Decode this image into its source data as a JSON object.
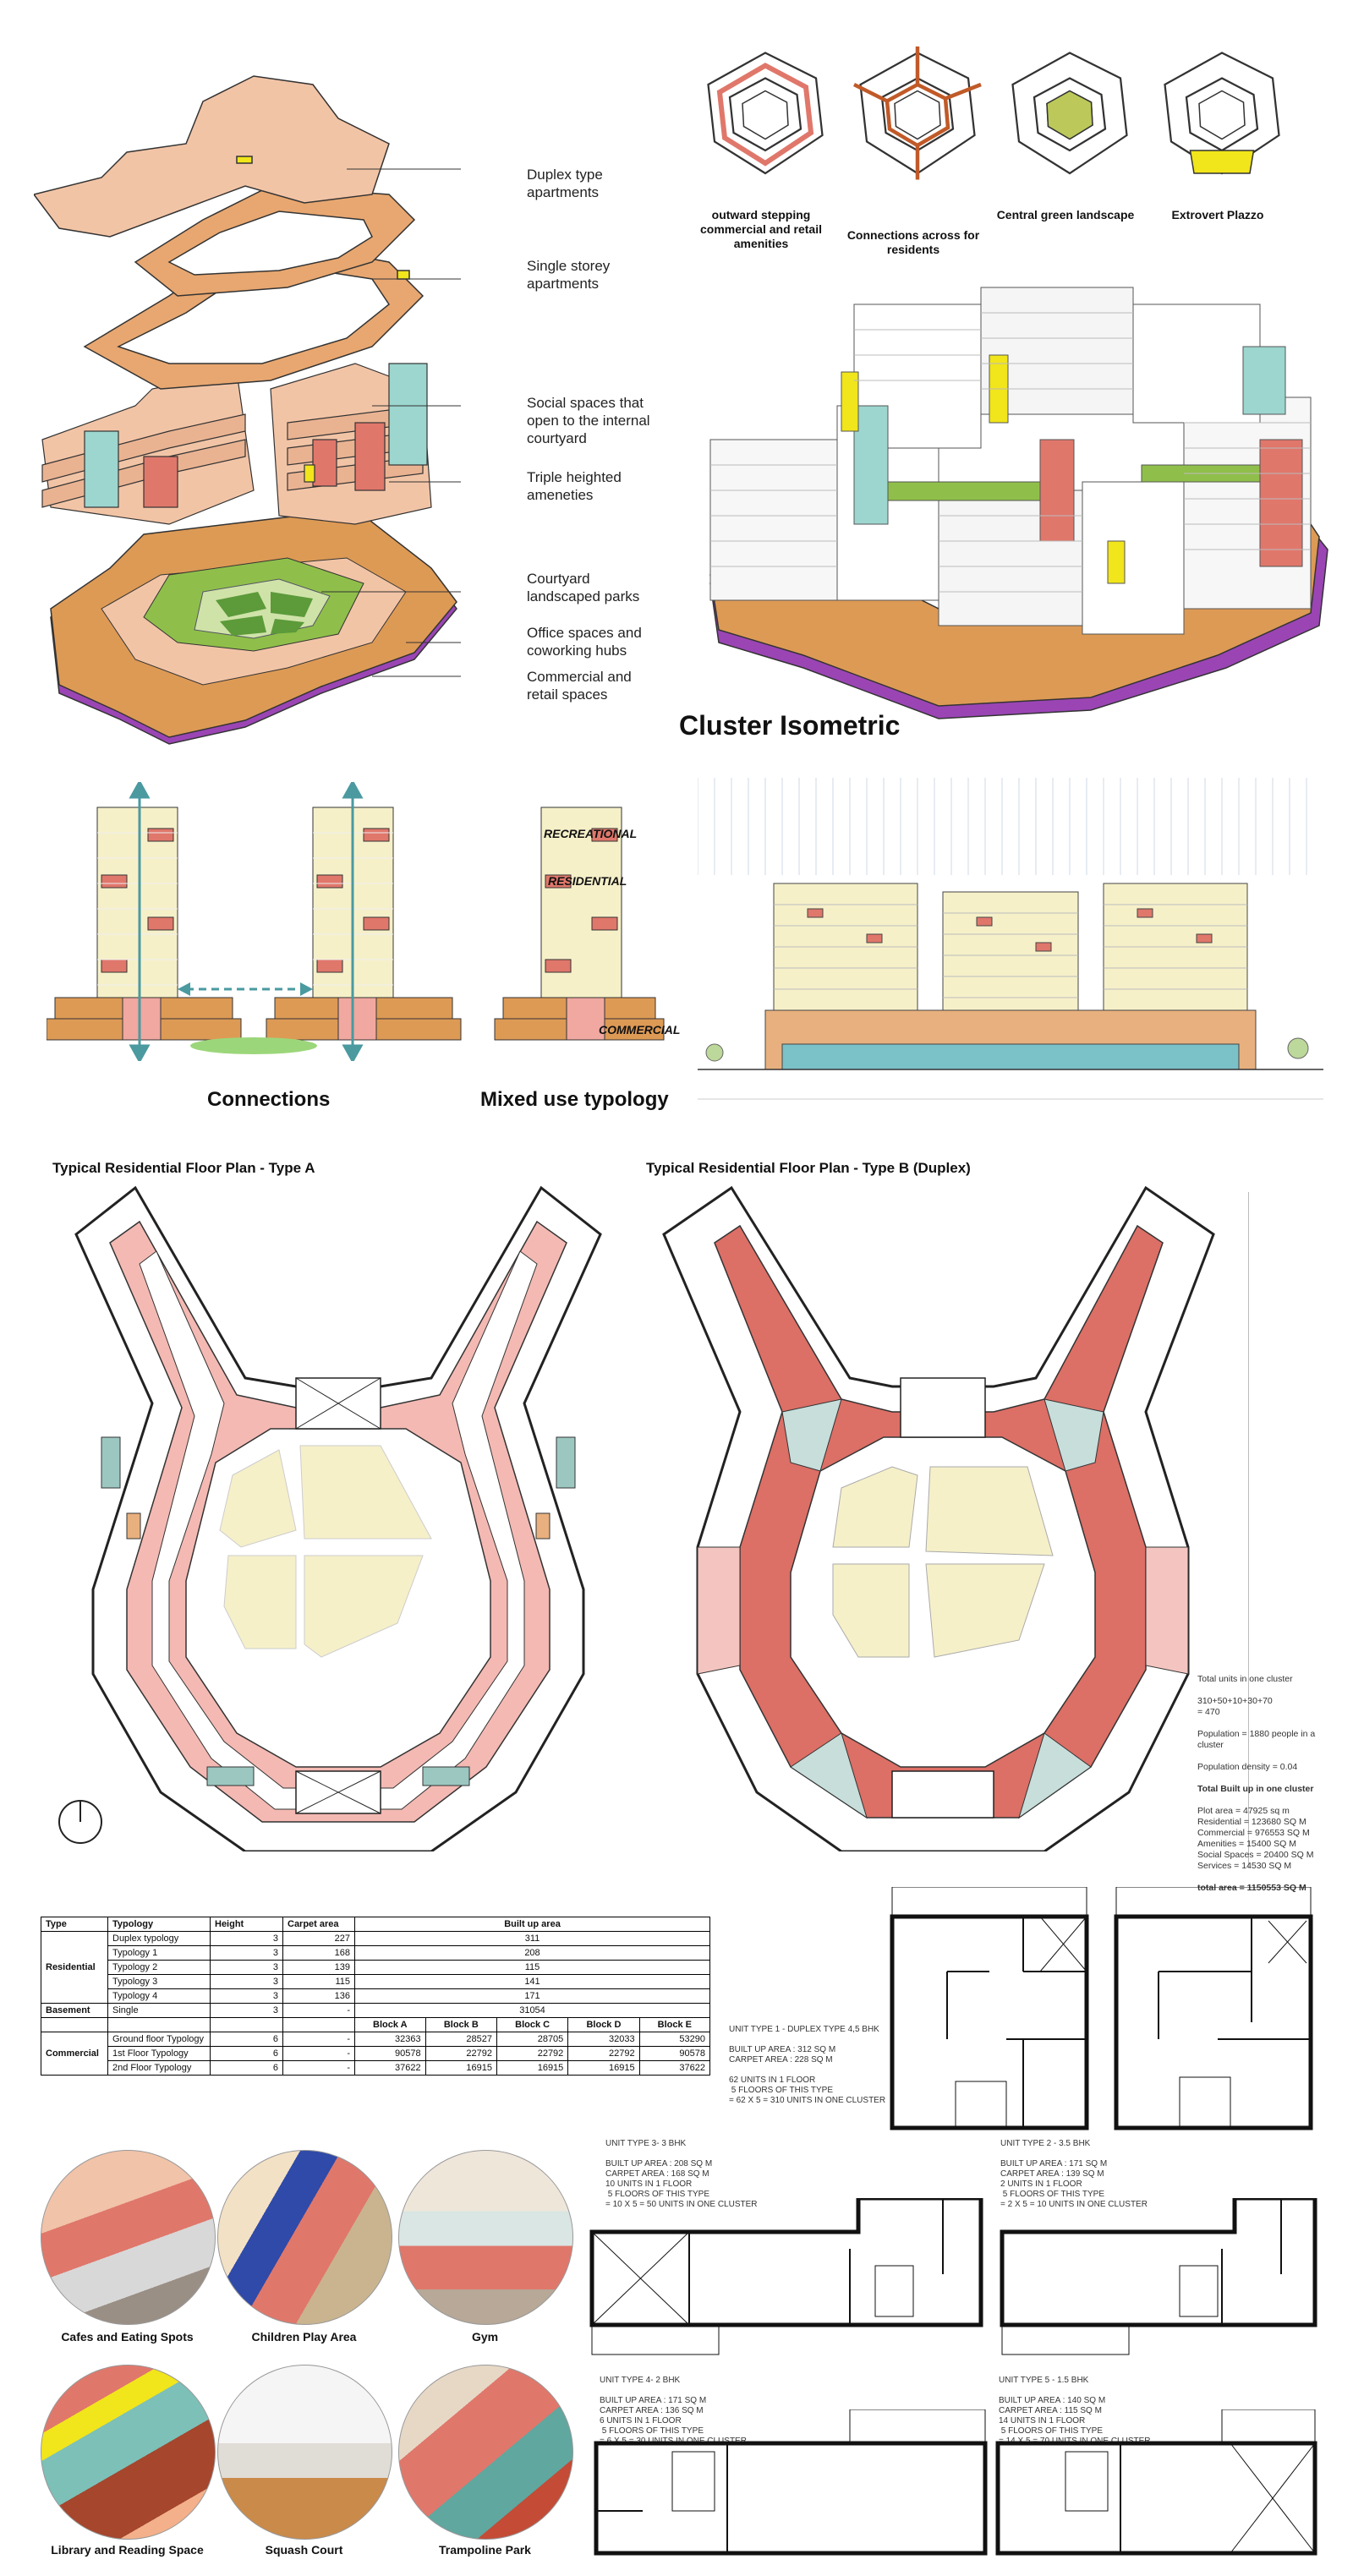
{
  "exploded_labels": {
    "duplex": "Duplex type\napartments",
    "single": "Single storey\napartments",
    "social": "Social spaces that\nopen to the internal\ncourtyard",
    "triple": "Triple heighted\nameneties",
    "courtyard": "Courtyard\nlandscaped parks",
    "office": "Office spaces and\ncoworking hubs",
    "commercial": "Commercial and\nretail spaces"
  },
  "concept_captions": {
    "c1": "outward stepping\ncommercial and retail\namenities",
    "c2": "Connections across for\nresidents",
    "c3": "Central green landscape",
    "c4": "Extrovert Plazzo"
  },
  "titles": {
    "cluster_iso": "Cluster Isometric",
    "connections": "Connections",
    "mixed_use": "Mixed use typology",
    "plan_a": "Typical Residential Floor Plan - Type A",
    "plan_b": "Typical Residential Floor Plan - Type B (Duplex)"
  },
  "section_labels": {
    "recreational": "RECREATIONAL",
    "residential": "RESIDENTIAL",
    "commercial": "COMMERCIAL"
  },
  "stats": {
    "l1": "Total units in one cluster",
    "l2": "310+50+10+30+70\n= 470",
    "l3": "Population = 1880 people in a\ncluster",
    "l4": "Population density = 0.04",
    "l5": "Total Built up in one cluster",
    "l6": "Plot area = 47925 sq m\nResidential = 123680 SQ M\nCommercial = 976553 SQ M\nAmenities = 15400 SQ M\nSocial Spaces = 20400 SQ M\nServices = 14530 SQ M",
    "l7": "total area = 1150553 SQ M"
  },
  "table": {
    "headers": [
      "Type",
      "Typology",
      "Height",
      "Carpet area",
      "Built up area"
    ],
    "residential_label": "Residential",
    "residential_rows": [
      [
        "Duplex typology",
        "3",
        "227",
        "311"
      ],
      [
        "Typology 1",
        "3",
        "168",
        "208"
      ],
      [
        "Typology 2",
        "3",
        "139",
        "115"
      ],
      [
        "Typology 3",
        "3",
        "115",
        "141"
      ],
      [
        "Typology 4",
        "3",
        "136",
        "171"
      ]
    ],
    "basement_label": "Basement",
    "basement_row": [
      "Single",
      "3",
      "-",
      "31054"
    ],
    "block_headers": [
      "Block A",
      "Block B",
      "Block C",
      "Block D",
      "Block E"
    ],
    "commercial_label": "Commercial",
    "commercial_rows": [
      [
        "Ground floor Typology",
        "6",
        "-",
        "32363",
        "28527",
        "28705",
        "32033",
        "53290"
      ],
      [
        "1st Floor Typology",
        "6",
        "-",
        "90578",
        "22792",
        "22792",
        "22792",
        "90578"
      ],
      [
        "2nd Floor Typology",
        "6",
        "-",
        "37622",
        "16915",
        "16915",
        "16915",
        "37622"
      ]
    ]
  },
  "units": {
    "u1": "UNIT TYPE 1 - DUPLEX TYPE 4,5 BHK\n\nBUILT UP AREA : 312 SQ M\nCARPET AREA : 228 SQ M\n\n62 UNITS IN 1 FLOOR\n 5 FLOORS OF THIS TYPE\n= 62 X 5 = 310 UNITS IN ONE CLUSTER",
    "u3": "UNIT TYPE 3- 3 BHK\n\nBUILT UP AREA : 208 SQ M\nCARPET AREA : 168 SQ M\n10 UNITS IN 1 FLOOR\n 5 FLOORS OF THIS TYPE\n= 10 X 5 = 50 UNITS IN ONE CLUSTER",
    "u2": "UNIT TYPE 2 - 3.5 BHK\n\nBUILT UP AREA : 171 SQ M\nCARPET AREA : 139 SQ M\n2 UNITS IN 1 FLOOR\n 5 FLOORS OF THIS TYPE\n= 2 X 5 = 10 UNITS IN ONE CLUSTER",
    "u4": "UNIT TYPE 4- 2 BHK\n\nBUILT UP AREA : 171 SQ M\nCARPET AREA : 136 SQ M\n6 UNITS IN 1 FLOOR\n 5 FLOORS OF THIS TYPE\n= 6 X 5 = 30 UNITS IN ONE CLUSTER",
    "u5": "UNIT TYPE 5 - 1.5 BHK\n\nBUILT UP AREA : 140 SQ M\nCARPET AREA : 115 SQ M\n14 UNITS IN 1 FLOOR\n 5 FLOORS OF THIS TYPE\n= 14 X 5 = 70 UNITS IN ONE CLUSTER"
  },
  "amenities": [
    "Cafes and Eating Spots",
    "Children Play Area",
    "Gym",
    "Library and Reading Space",
    "Squash Court",
    "Trampoline Park"
  ],
  "colors": {
    "peach": "#f2c4a6",
    "salmon": "#e0776b",
    "orange": "#dd9a55",
    "purple": "#9b45b5",
    "teal": "#9cd6cf",
    "yellow": "#f1e51b",
    "green": "#8fbf4a",
    "cream": "#f6f0c9"
  }
}
